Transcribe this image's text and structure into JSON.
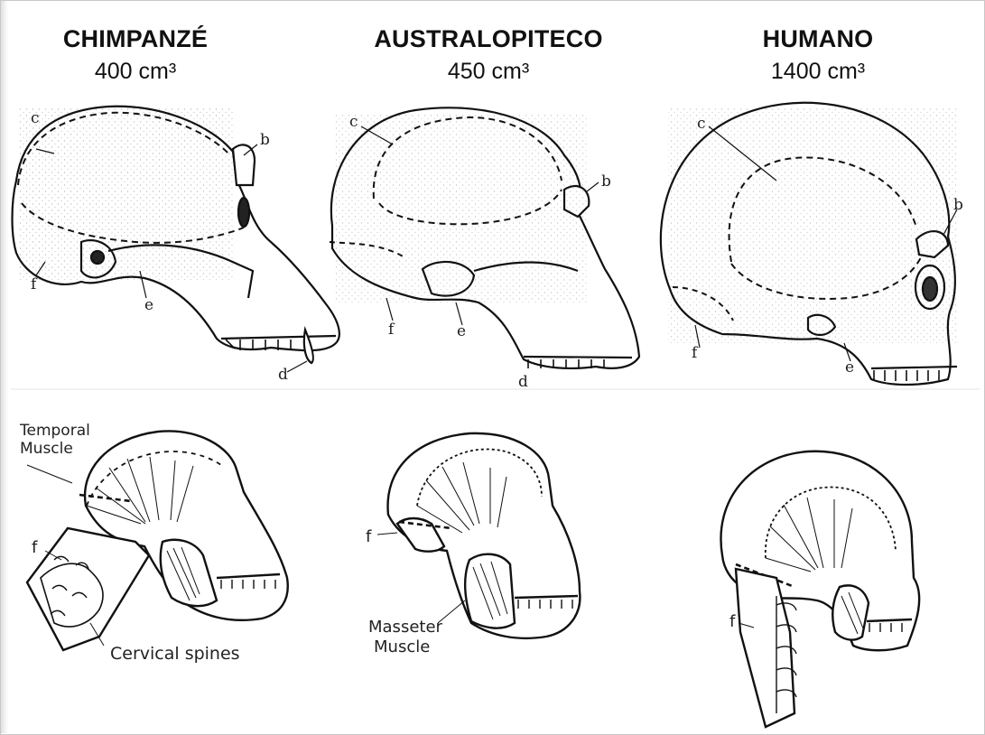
{
  "columns": [
    {
      "name": "CHIMPANZÉ",
      "volume": "400 cm³"
    },
    {
      "name": "AUSTRALOPITECO",
      "volume": "450 cm³"
    },
    {
      "name": "HUMANO",
      "volume": "1400 cm³"
    }
  ],
  "skull_labels": {
    "b": "b",
    "c": "c",
    "d": "d",
    "e": "e",
    "f": "f"
  },
  "muscle_labels": {
    "temporal_1": "Temporal",
    "temporal_2": "Muscle",
    "cervical": "Cervical spines",
    "masseter_1": "Masseter",
    "masseter_2": "Muscle",
    "f": "f"
  }
}
